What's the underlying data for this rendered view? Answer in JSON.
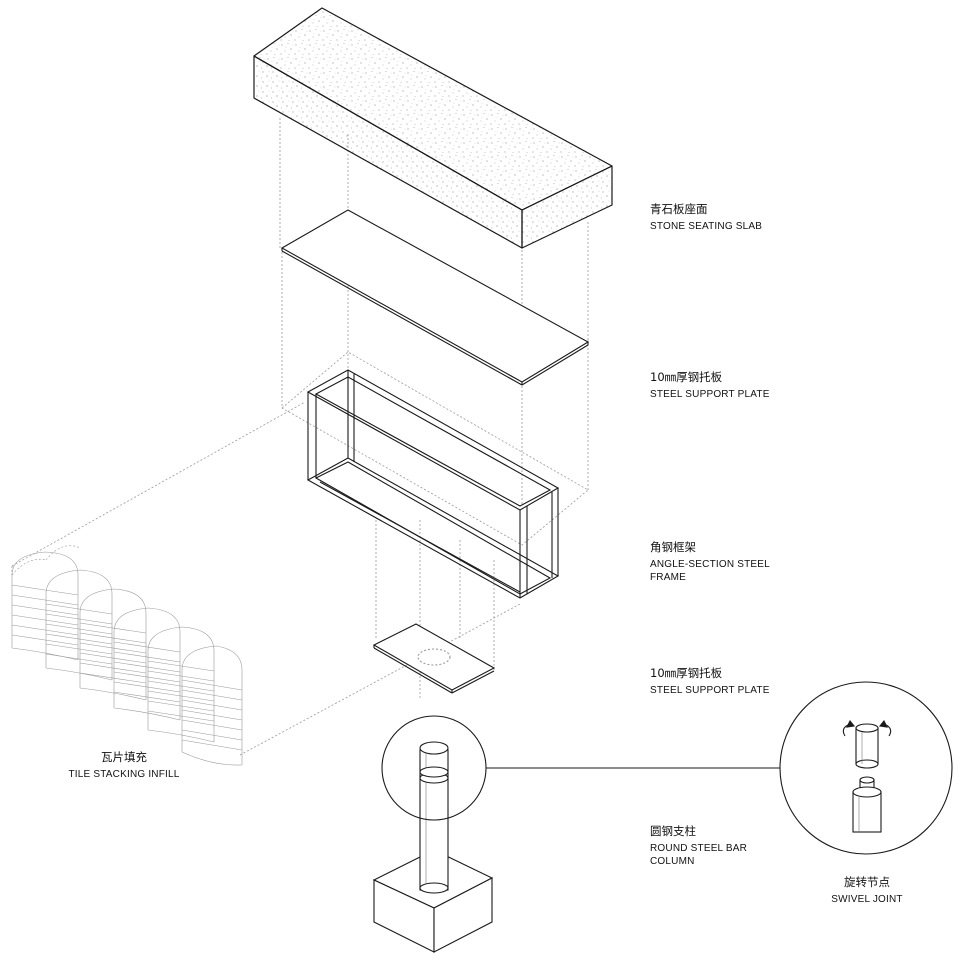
{
  "labels": {
    "slab": {
      "zh": "青石板座面",
      "en": "STONE SEATING SLAB"
    },
    "plate1": {
      "zh": "10㎜厚钢托板",
      "en": "STEEL SUPPORT PLATE"
    },
    "frame": {
      "zh": "角钢框架",
      "en": "ANGLE-SECTION STEEL\nFRAME"
    },
    "plate2": {
      "zh": "10㎜厚钢托板",
      "en": "STEEL SUPPORT PLATE"
    },
    "tile": {
      "zh": "瓦片填充",
      "en": "TILE STACKING INFILL"
    },
    "column": {
      "zh": "圆钢支柱",
      "en": "ROUND STEEL BAR\nCOLUMN"
    },
    "swivel": {
      "zh": "旋转节点",
      "en": "SWIVEL JOINT"
    }
  },
  "colors": {
    "line": "#1a1a1a",
    "dashed": "#9a9a9a",
    "speckle": "#6b6b6b",
    "background": "#ffffff"
  }
}
